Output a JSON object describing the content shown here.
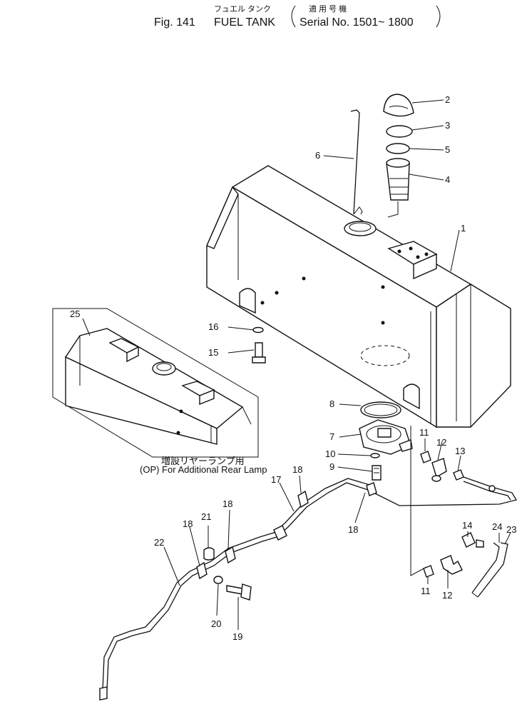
{
  "title": {
    "jp_name": "フュエル タンク",
    "fig": "Fig. 141",
    "name": "FUEL TANK",
    "serial_jp": "適 用 号 機",
    "serial": "Serial No. 1501~ 1800"
  },
  "inset_caption": {
    "jp": "増設リヤーランプ用",
    "en": "(OP) For Additional Rear Lamp"
  },
  "callouts": {
    "c1": "1",
    "c2": "2",
    "c3": "3",
    "c4": "4",
    "c5": "5",
    "c6": "6",
    "c7": "7",
    "c8": "8",
    "c9": "9",
    "c10": "10",
    "c11a": "11",
    "c11b": "11",
    "c12a": "12",
    "c12b": "12",
    "c13": "13",
    "c14": "14",
    "c15": "15",
    "c16": "16",
    "c17": "17",
    "c18a": "18",
    "c18b": "18",
    "c18c": "18",
    "c18d": "18",
    "c19": "19",
    "c20": "20",
    "c21": "21",
    "c22": "22",
    "c23": "23",
    "c24": "24",
    "c25": "25"
  }
}
